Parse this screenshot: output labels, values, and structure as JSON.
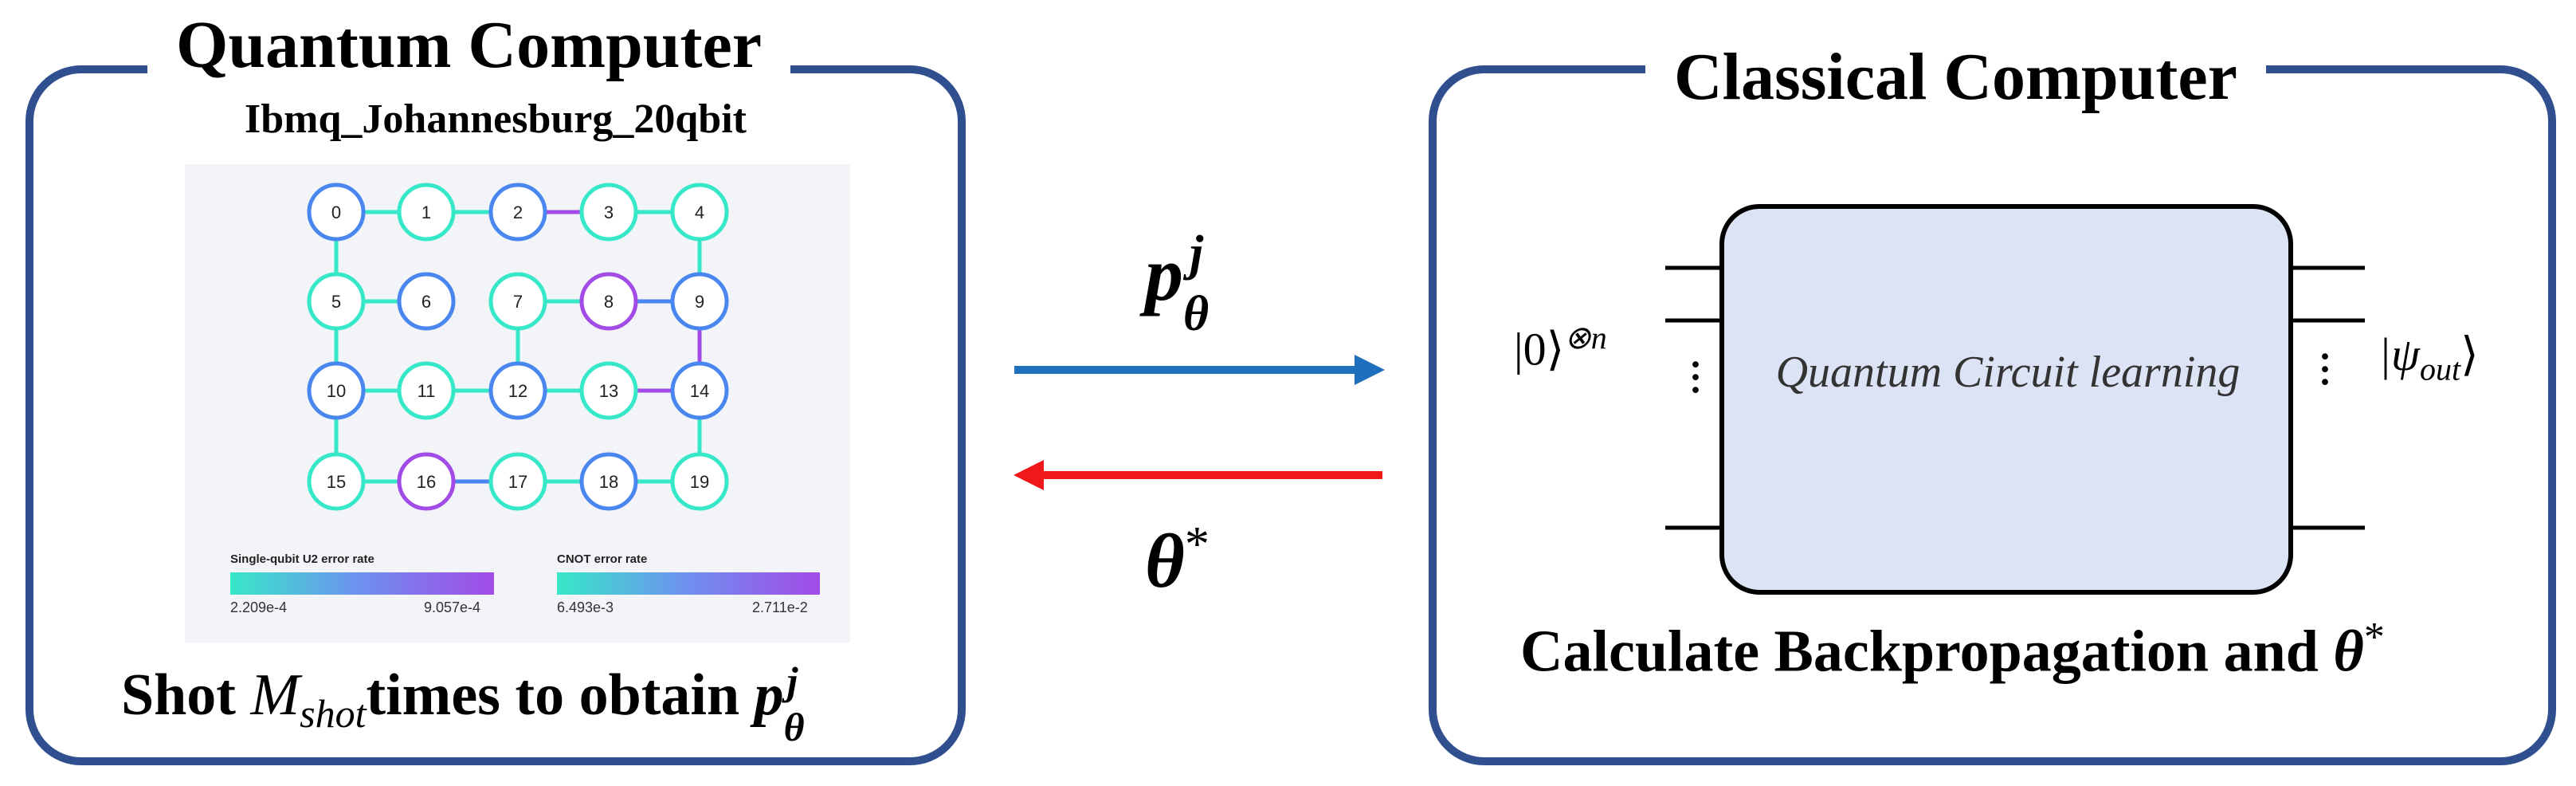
{
  "quantum_panel": {
    "title": "Quantum Computer",
    "device": "Ibmq_Johannesburg_20qbit",
    "caption_pre": "Shot ",
    "caption_math": "M",
    "caption_math_sub": "shot",
    "caption_post": "times to obtain ",
    "caption_p": "p",
    "caption_p_sup": "j",
    "caption_p_sub": "θ"
  },
  "chip": {
    "qubits": [
      "0",
      "1",
      "2",
      "3",
      "4",
      "5",
      "6",
      "7",
      "8",
      "9",
      "10",
      "11",
      "12",
      "13",
      "14",
      "15",
      "16",
      "17",
      "18",
      "19"
    ],
    "legend_u2": {
      "title": "Single-qubit U2 error rate",
      "min": "2.209e-4",
      "max": "9.057e-4"
    },
    "legend_cnot": {
      "title": "CNOT error rate",
      "min": "6.493e-3",
      "max": "2.711e-2"
    },
    "colors": {
      "low": "#37e8c8",
      "mid": "#4a86f0",
      "high": "#a24be6"
    }
  },
  "arrows": {
    "top_label_p": "p",
    "top_label_sup": "j",
    "top_label_sub": "θ",
    "bottom_label": "θ",
    "bottom_label_sup": "*",
    "top_color": "#1f6fbf",
    "bottom_color": "#f01818"
  },
  "classical_panel": {
    "title": "Classical Computer",
    "gate_label": "Quantum Circuit learning",
    "input_state": "|0⟩",
    "input_sup": "⊗n",
    "output_state": "|ψ",
    "output_sub": "out",
    "output_close": "⟩",
    "caption_pre": "Calculate Backpropagation and ",
    "caption_theta": "θ",
    "caption_sup": "*"
  }
}
